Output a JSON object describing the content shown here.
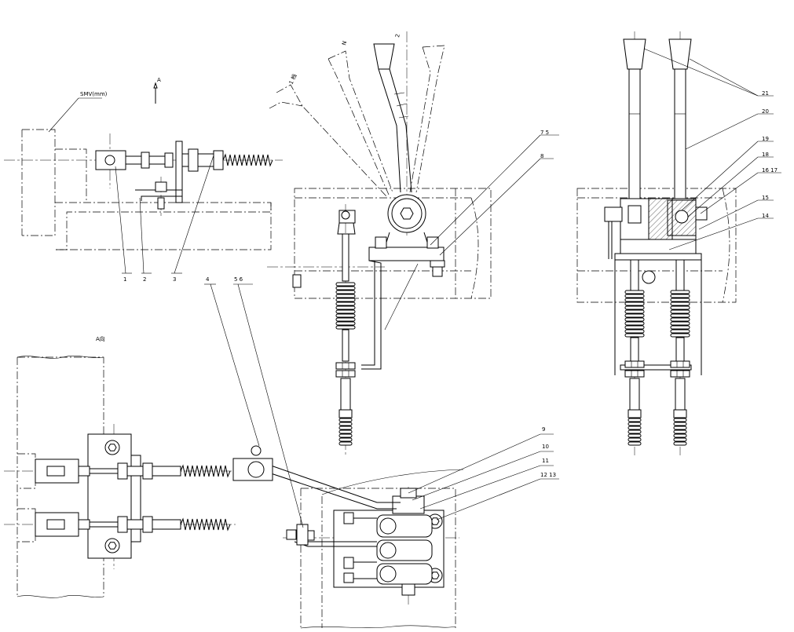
{
  "diagram": {
    "part_numbers": {
      "p1": "1",
      "p2": "2",
      "p3": "3",
      "p4": "4",
      "p5_6": "5  6",
      "p7_5": "7  5",
      "p8": "8",
      "p9": "9",
      "p10": "10",
      "p11": "11",
      "p12_13": "12  13",
      "p14": "14",
      "p15": "15",
      "p16_17": "16  17",
      "p18": "18",
      "p19": "19",
      "p20": "20",
      "p21": "21"
    },
    "view_notes": {
      "top_left": "SMV(mm)",
      "view_a_marker": "A",
      "view_a_label": "A向"
    },
    "lever_positions": {
      "pos1": "1 档",
      "pos2": "N",
      "pos3": "2"
    },
    "colors": {
      "line": "#000000",
      "paper": "#ffffff"
    }
  }
}
